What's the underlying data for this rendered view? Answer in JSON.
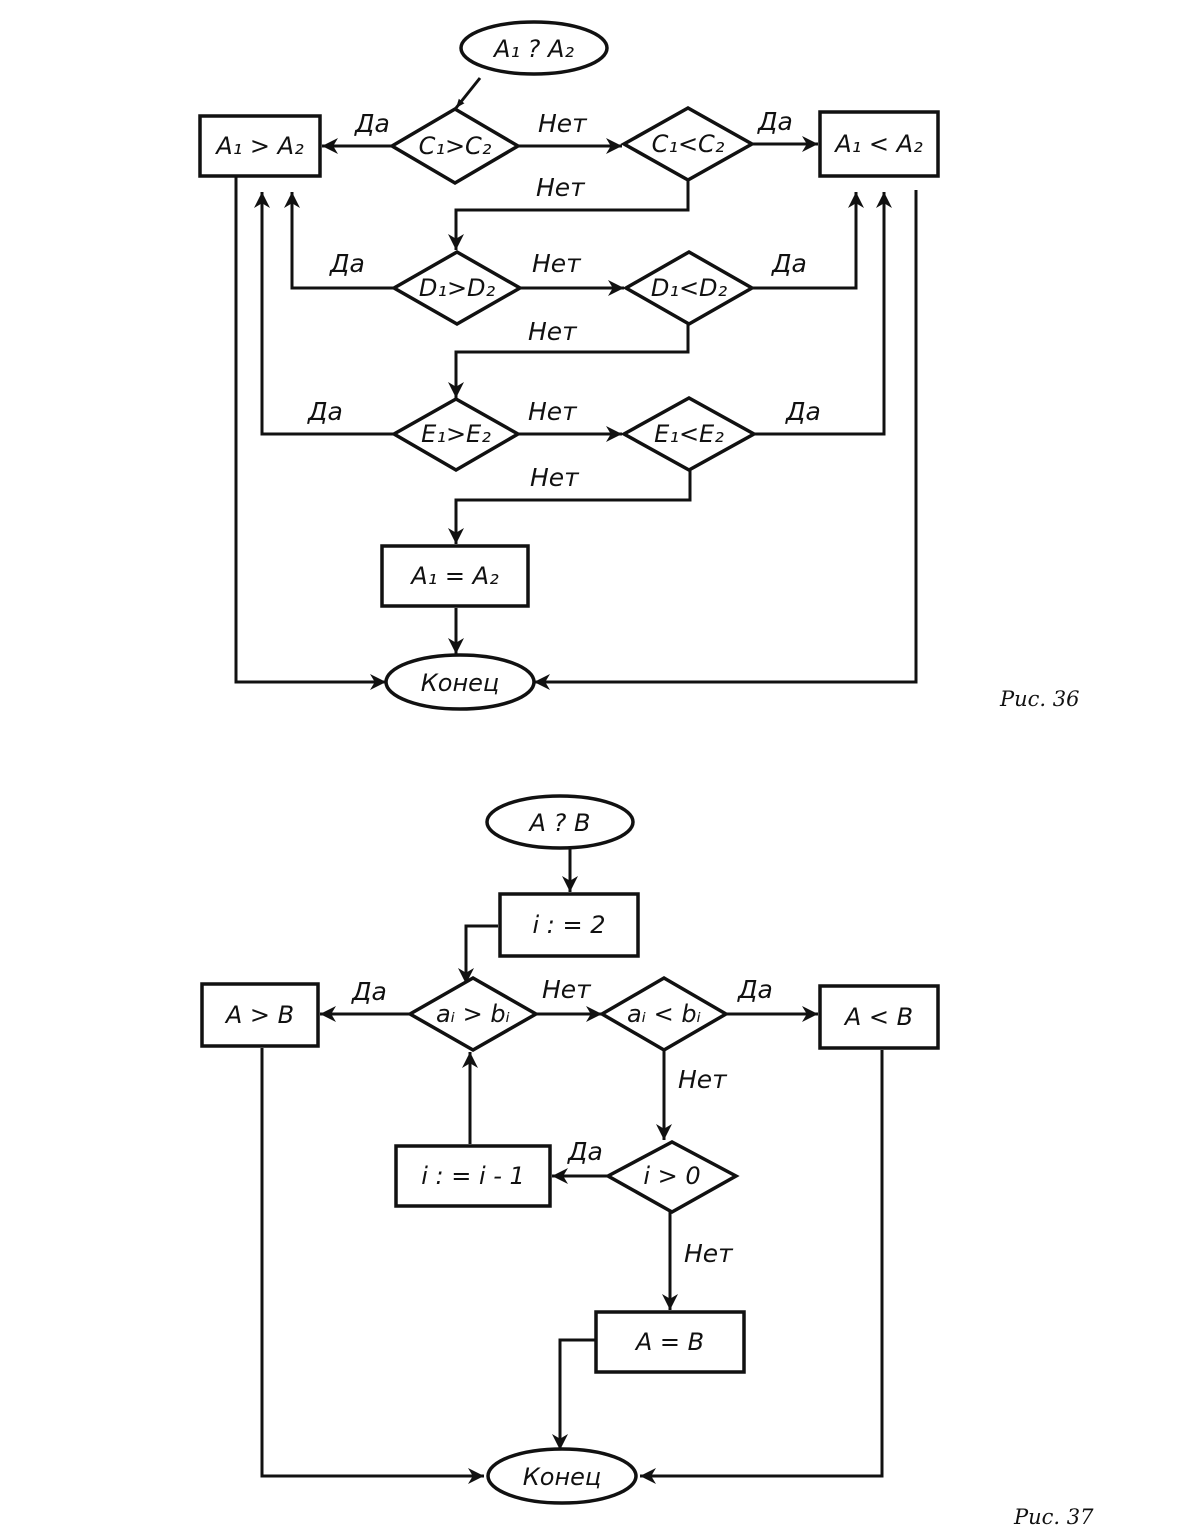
{
  "figure36": {
    "caption": "Рис. 36",
    "start": "A₁ ? A₂",
    "cond_c_gt": "C₁>C₂",
    "cond_c_lt": "C₁<C₂",
    "cond_d_gt": "D₁>D₂",
    "cond_d_lt": "D₁<D₂",
    "cond_e_gt": "E₁>E₂",
    "cond_e_lt": "E₁<E₂",
    "result_gt": "A₁ > A₂",
    "result_lt": "A₁ < A₂",
    "result_eq": "A₁ = A₂",
    "end": "Конец",
    "yes": "Да",
    "no": "Нет"
  },
  "figure37": {
    "caption": "Рис. 37",
    "start": "A ? B",
    "init": "i : = 2",
    "cond_gt": "aᵢ > bᵢ",
    "cond_lt": "aᵢ < bᵢ",
    "cond_i": "i > 0",
    "decrement": "i : = i - 1",
    "result_gt": "A > B",
    "result_lt": "A < B",
    "result_eq": "A = B",
    "end": "Конец",
    "yes": "Да",
    "no": "Нет"
  }
}
